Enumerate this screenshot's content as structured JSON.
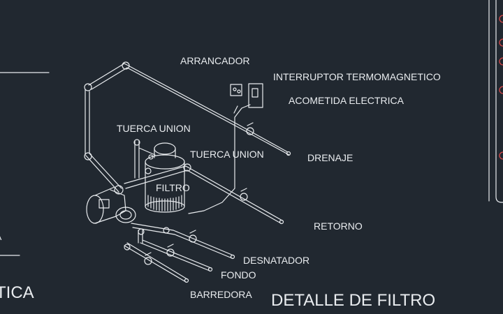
{
  "labels": {
    "arrancador": "ARRANCADOR",
    "interruptor": "INTERRUPTOR TERMOMAGNETICO",
    "acometida": "ACOMETIDA ELECTRICA",
    "tuerca_union_1": "TUERCA UNION",
    "tuerca_union_2": "TUERCA UNION",
    "drenaje": "DRENAJE",
    "filtro": "FILTRO",
    "retorno": "RETORNO",
    "desnatador": "DESNATADOR",
    "fondo": "FONDO",
    "barredora": "BARREDORA"
  },
  "title": "DETALLE DE FILTRO",
  "left_fragments": {
    "a": "A",
    "tica": "TICA"
  },
  "colors": {
    "background": "#212830",
    "line": "#e9ecef",
    "accent_red": "#d94848"
  }
}
